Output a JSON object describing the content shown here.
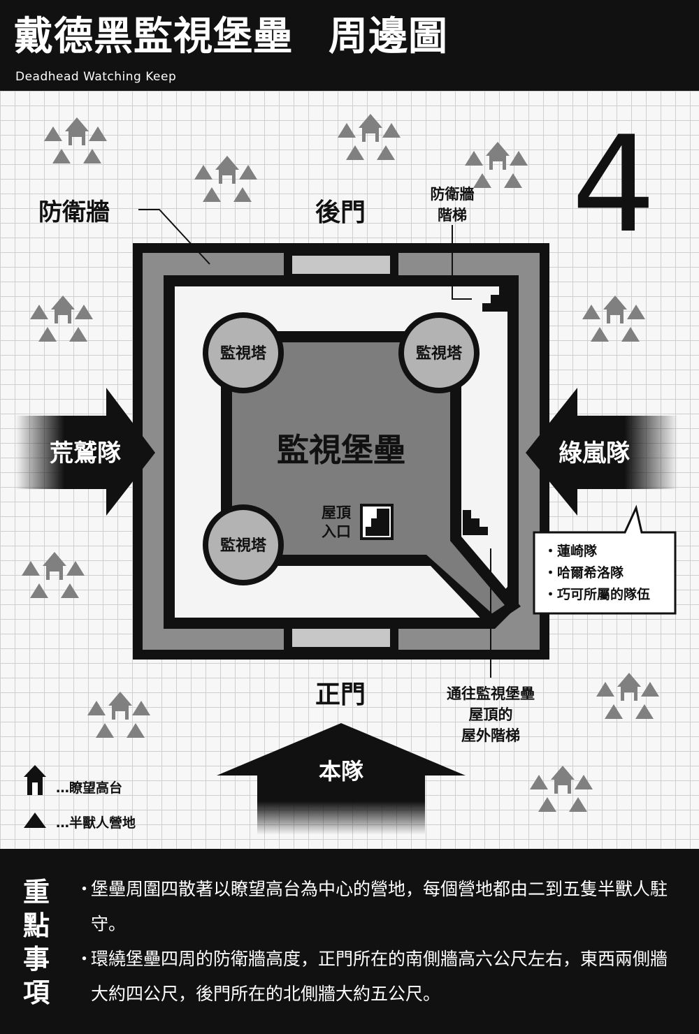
{
  "header": {
    "title": "戴德黑監視堡壘",
    "subtitle": "周邊圖",
    "english_title": "Deadhead Watching Keep"
  },
  "map": {
    "labels": {
      "defense_wall": "防衛牆",
      "back_gate": "後門",
      "wall_stairs_line1": "防衛牆",
      "wall_stairs_line2": "階梯",
      "north_symbol": "4",
      "main_gate": "正門",
      "keep": "監視堡壘",
      "tower_nw": "監視塔",
      "tower_ne": "監視塔",
      "tower_sw": "監視塔",
      "roof_entry_line1": "屋頂",
      "roof_entry_line2": "入口",
      "outer_stairs_line1": "通往監視堡壘",
      "outer_stairs_line2": "屋頂的",
      "outer_stairs_line3": "屋外階梯"
    },
    "teams": {
      "west": "荒鷲隊",
      "east": "綠嵐隊",
      "south": "本隊"
    },
    "callout": {
      "items": [
        "蓮崎隊",
        "哈爾希洛隊",
        "巧可所屬的隊伍"
      ]
    },
    "legend": {
      "watchtower_icon": "watchtower-icon",
      "watchtower": "…瞭望高台",
      "camp_icon": "camp-triangle-icon",
      "camp": "…半獸人營地"
    },
    "colors": {
      "ink": "#111111",
      "wall": "#8c8c8c",
      "gate": "#c7c7c7",
      "keep": "#7d7d7d",
      "tower": "#b3b3b3",
      "camp": "#808080"
    }
  },
  "notes": {
    "heading": [
      "重",
      "點",
      "事",
      "項"
    ],
    "items": [
      {
        "bullet": "・",
        "text": "堡壘周圍四散著以瞭望高台為中心的營地，每個營地都由二到五隻半獸人駐守。"
      },
      {
        "bullet": "・",
        "text": "環繞堡壘四周的防衛牆高度，正門所在的南側牆高六公尺左右，東西兩側牆大約四公尺，後門所在的北側牆大約五公尺。"
      }
    ]
  }
}
